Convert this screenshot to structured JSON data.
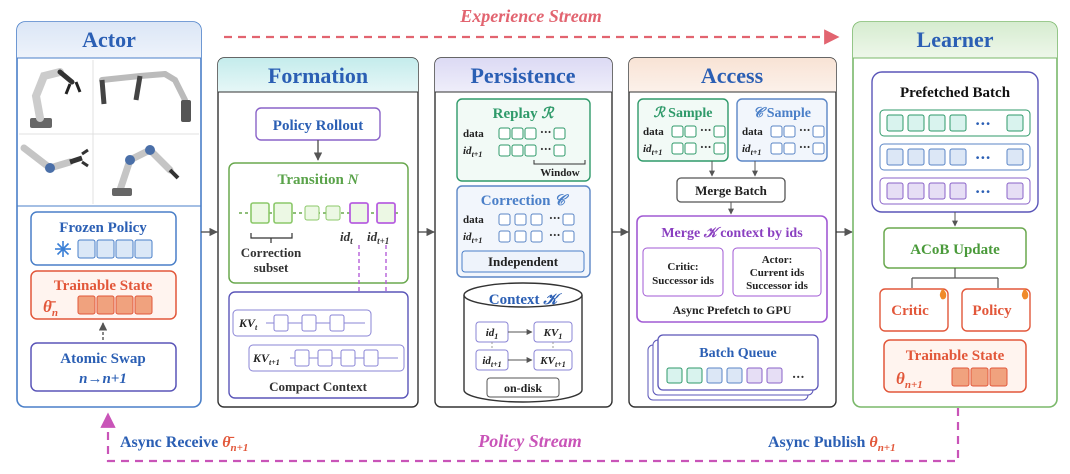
{
  "streams": {
    "experience": "Experience Stream",
    "policy": "Policy Stream",
    "async_receive": "Async Receive",
    "async_receive_sym": "θ̄",
    "async_receive_sub": "n+1",
    "async_publish": "Async Publish",
    "async_publish_sym": "θ",
    "async_publish_sub": "n+1"
  },
  "actor": {
    "title": "Actor",
    "frozen_policy": "Frozen Policy",
    "trainable_state": "Trainable State",
    "state_sym": "θ̄",
    "state_sub": "n",
    "atomic_swap": "Atomic Swap",
    "swap_formula": "n→n+1"
  },
  "formation": {
    "title": "Formation",
    "policy_rollout": "Policy Rollout",
    "transition": "Transition",
    "transition_sym": "N",
    "correction_subset_line1": "Correction",
    "correction_subset_line2": "subset",
    "id_t": "id",
    "id_t_sub": "t",
    "id_t1": "id",
    "id_t1_sub": "t+1",
    "kv_t": "KV",
    "kv_t_sub": "t",
    "kv_t1": "KV",
    "kv_t1_sub": "t+1",
    "compact_context": "Compact Context"
  },
  "persistence": {
    "title": "Persistence",
    "replay": "Replay",
    "replay_sym": "ℛ",
    "data": "data",
    "id": "id",
    "id_sub": "t+1",
    "window": "Window",
    "correction": "Correction",
    "correction_sym": "𝒞",
    "independent": "Independent",
    "context": "Context",
    "context_sym": "𝒦",
    "id1": "id",
    "id1_sub": "1",
    "kv1": "KV",
    "kv1_sub": "1",
    "idt1": "id",
    "idt1_sub": "t+1",
    "kvt1": "KV",
    "kvt1_sub": "t+1",
    "on_disk": "on-disk"
  },
  "access": {
    "title": "Access",
    "r_sample_sym": "ℛ",
    "r_sample": "Sample",
    "c_sample_sym": "𝒞",
    "c_sample": "Sample",
    "data": "data",
    "id": "id",
    "id_sub": "t+1",
    "merge_batch": "Merge Batch",
    "merge_context_pre": "Merge",
    "merge_context_sym": "𝒦",
    "merge_context_post": "context by ids",
    "critic_label": "Critic:",
    "critic_ids": "Successor ids",
    "actor_label": "Actor:",
    "actor_current": "Current ids",
    "actor_successor": "Successor ids",
    "async_prefetch": "Async Prefetch to GPU",
    "batch_queue": "Batch Queue"
  },
  "learner": {
    "title": "Learner",
    "prefetched_batch": "Prefetched Batch",
    "acob_update": "ACoB Update",
    "critic": "Critic",
    "policy": "Policy",
    "trainable_state": "Trainable State",
    "state_sym": "θ",
    "state_sub": "n+1"
  },
  "icons": [
    "robot-arm-icon",
    "snowflake-icon",
    "flame-icon",
    "ellipsis-icon"
  ],
  "colors": {
    "actor": "#4a7fc8",
    "formation": "#4bbfbf",
    "persistence": "#8a84d6",
    "access": "#e9b090",
    "learner": "#7ab86a",
    "stream": "#e26470",
    "policy_stream": "#c954b8",
    "green": "#2f9a6a",
    "blue": "#5b86c6",
    "purple": "#8a63c8",
    "red": "#e2573a"
  }
}
